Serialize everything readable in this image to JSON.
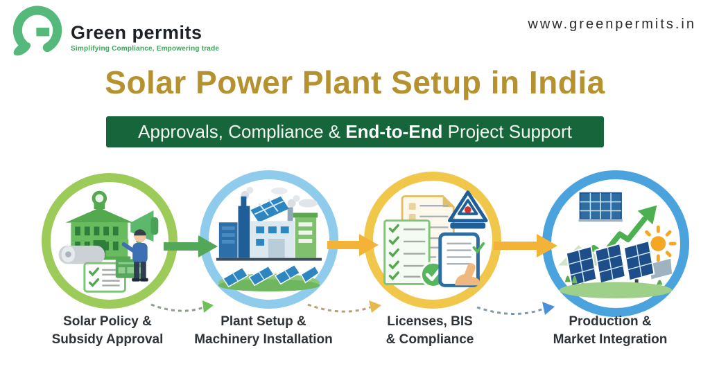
{
  "header": {
    "brand": "Green permits",
    "tagline": "Simplifying Compliance, Empowering trade",
    "website": "www.greenpermits.in"
  },
  "title": "Solar Power Plant Setup in India",
  "banner": {
    "text_before": "Approvals, Compliance & ",
    "text_bold": "End-to-End",
    "text_after": " Project Support"
  },
  "steps": [
    {
      "line1": "Solar Policy &",
      "line2": "Subsidy Approval",
      "ring_color": "#9ccb59",
      "icon": "policy-subsidy-illustration"
    },
    {
      "line1": "Plant Setup &",
      "line2": "Machinery Installation",
      "ring_color": "#8fcbeb",
      "icon": "plant-machinery-illustration"
    },
    {
      "line1": "Licenses, BIS",
      "line2": "& Compliance",
      "ring_color": "#f1c74b",
      "icon": "licenses-compliance-illustration"
    },
    {
      "line1": "Production &",
      "line2": "Market Integration",
      "ring_color": "#4ba3de",
      "icon": "production-market-illustration"
    }
  ],
  "colors": {
    "title_gold": "#b5922f",
    "banner_green": "#17653a",
    "logo_green": "#55b97c",
    "tagline_green": "#3fa45c",
    "arrow_green": "#53a758",
    "arrow_yellow": "#f2b337",
    "dashed_arrow_blue": "#4a90d9",
    "label_text": "#2e3338"
  }
}
